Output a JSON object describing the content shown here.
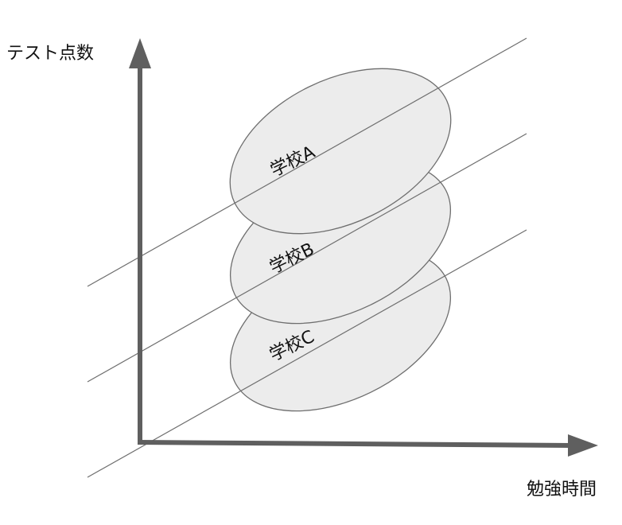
{
  "diagram": {
    "y_axis_title": "テスト点数",
    "x_axis_title": "勉強時間",
    "groups": [
      {
        "id": "a",
        "label": "学校A"
      },
      {
        "id": "b",
        "label": "学校B"
      },
      {
        "id": "c",
        "label": "学校C"
      }
    ],
    "colors": {
      "axis": "#5f5f5f",
      "ellipse_fill": "#ececec",
      "ellipse_stroke": "#6e6e6e",
      "trend_line": "#6e6e6e",
      "text": "#111111"
    }
  }
}
